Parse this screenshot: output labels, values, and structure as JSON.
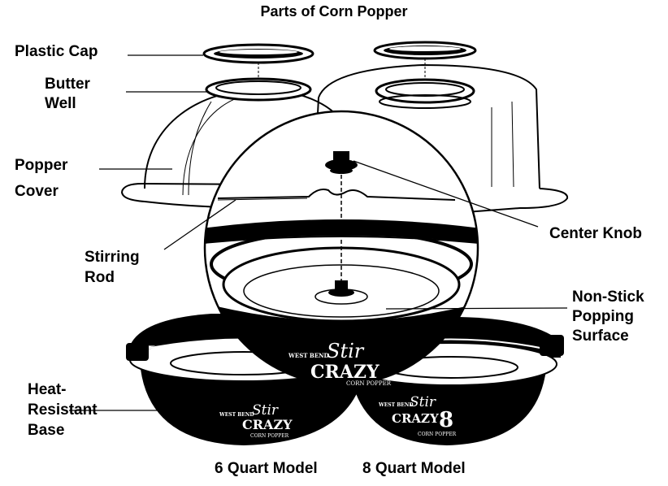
{
  "title": "Parts of Corn Popper",
  "labels": {
    "plastic_cap": "Plastic Cap",
    "butter_well_1": "Butter",
    "butter_well_2": "Well",
    "popper_cover_1": "Popper",
    "popper_cover_2": "Cover",
    "stirring_rod_1": "Stirring",
    "stirring_rod_2": "Rod",
    "center_knob": "Center Knob",
    "non_stick_1": "Non-Stick",
    "non_stick_2": "Popping",
    "non_stick_3": "Surface",
    "heat_base_1": "Heat-",
    "heat_base_2": "Resistant",
    "heat_base_3": "Base"
  },
  "models": {
    "six": "6 Quart Model",
    "eight": "8 Quart Model"
  },
  "logos": {
    "brand": "WEST BEND",
    "stir": "Stir",
    "crazy": "CRAZY",
    "corn_popper": "CORN POPPER",
    "eight_mark": "8"
  },
  "colors": {
    "ink": "#000000",
    "paper": "#ffffff"
  }
}
